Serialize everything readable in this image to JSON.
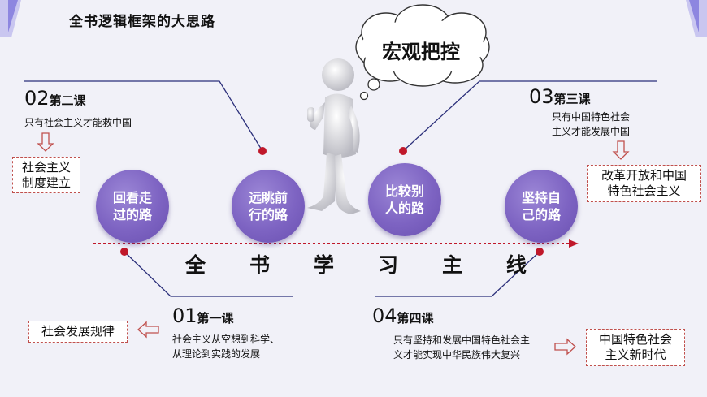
{
  "title": "全书逻辑框架的大思路",
  "cloud": "宏观把控",
  "main_line": [
    "全",
    "书",
    "学",
    "习",
    "主",
    "线"
  ],
  "circles": [
    {
      "label": "回看走过的路"
    },
    {
      "label": "远眺前行的路"
    },
    {
      "label": "比较别人的路"
    },
    {
      "label": "坚持自己的路"
    }
  ],
  "lessons": {
    "l1": {
      "num": "01",
      "name": "第一课",
      "desc": [
        "社会主义从空想到科学、",
        "从理论到实践的发展"
      ],
      "box": "社会发展规律"
    },
    "l2": {
      "num": "02",
      "name": "第二课",
      "desc": [
        "只有社会主义才能救中国"
      ],
      "box": [
        "社会主义",
        "制度建立"
      ]
    },
    "l3": {
      "num": "03",
      "name": "第三课",
      "desc": [
        "只有中国特色社会",
        "主义才能发展中国"
      ],
      "box": [
        "改革开放和中国",
        "特色社会主义"
      ]
    },
    "l4": {
      "num": "04",
      "name": "第四课",
      "desc": [
        "只有坚持和发展中国特色社会主",
        "义才能实现中华民族伟大复兴"
      ],
      "box": [
        "中国特色社会",
        "主义新时代"
      ]
    }
  },
  "colors": {
    "circle": "#7d63c2",
    "line": "#2b2f7a",
    "accent": "#c0504d",
    "dot": "#c0182a"
  }
}
